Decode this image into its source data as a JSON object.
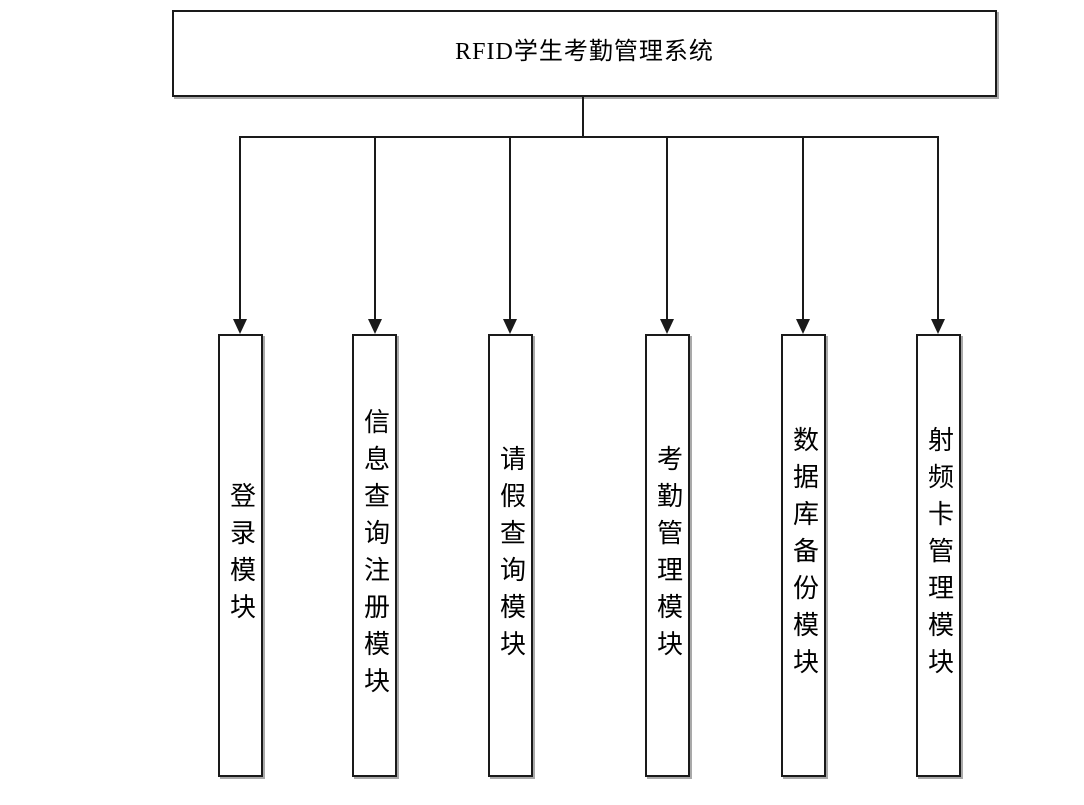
{
  "diagram": {
    "title": "RFID学生考勤管理系统",
    "modules": [
      {
        "label": "登录模块"
      },
      {
        "label": "信息查询注册模块"
      },
      {
        "label": "请假查询模块"
      },
      {
        "label": "考勤管理模块"
      },
      {
        "label": "数据库备份模块"
      },
      {
        "label": "射频卡管理模块"
      }
    ],
    "colors": {
      "background": "#ffffff",
      "line": "#1a1a1a",
      "box_border": "#1a1a1a",
      "box_shadow": "#a9a9a9",
      "text": "#000000"
    }
  }
}
